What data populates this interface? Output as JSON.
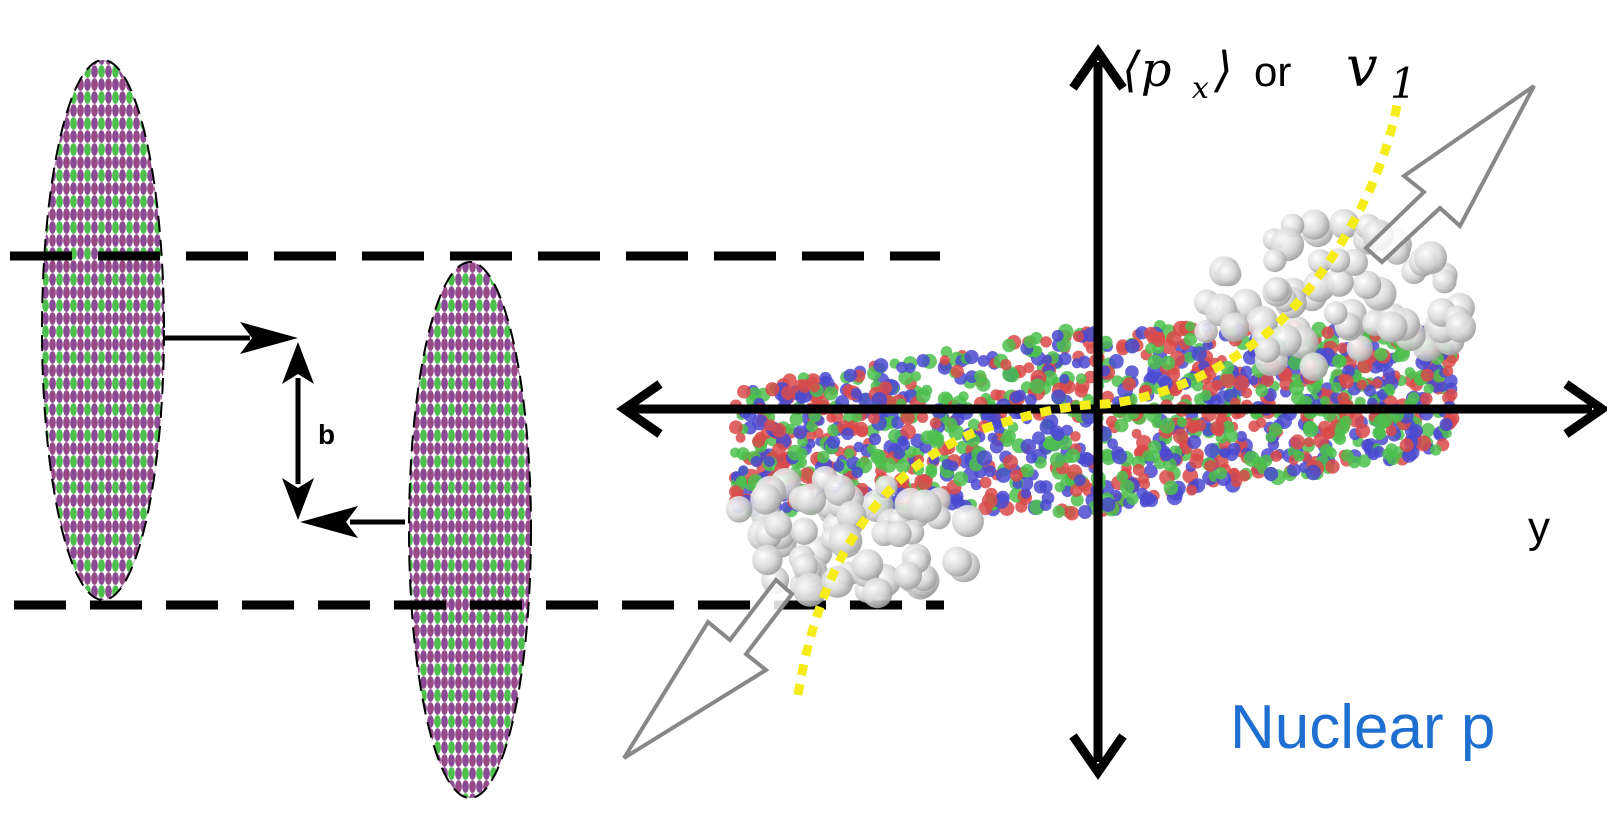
{
  "labels": {
    "v_axis_math_left": "⟨p",
    "v_axis_math_sub": "x",
    "v_axis_math_right": "⟩",
    "v_axis_connector": "or",
    "v_axis_v": "v",
    "v_axis_v_sub": "1",
    "h_axis": "y",
    "impact_parameter": "b",
    "caption": "Nuclear p"
  },
  "colors": {
    "axis": "#000000",
    "curve": "#f5ec1a",
    "caption": "#1f6fd0",
    "nucleon_red": "#d94a4a",
    "nucleon_green": "#4cbf4c",
    "nucleon_blue": "#4a4ad0",
    "spectator": "#d8d8d8",
    "outline_arrow": "#888888"
  }
}
